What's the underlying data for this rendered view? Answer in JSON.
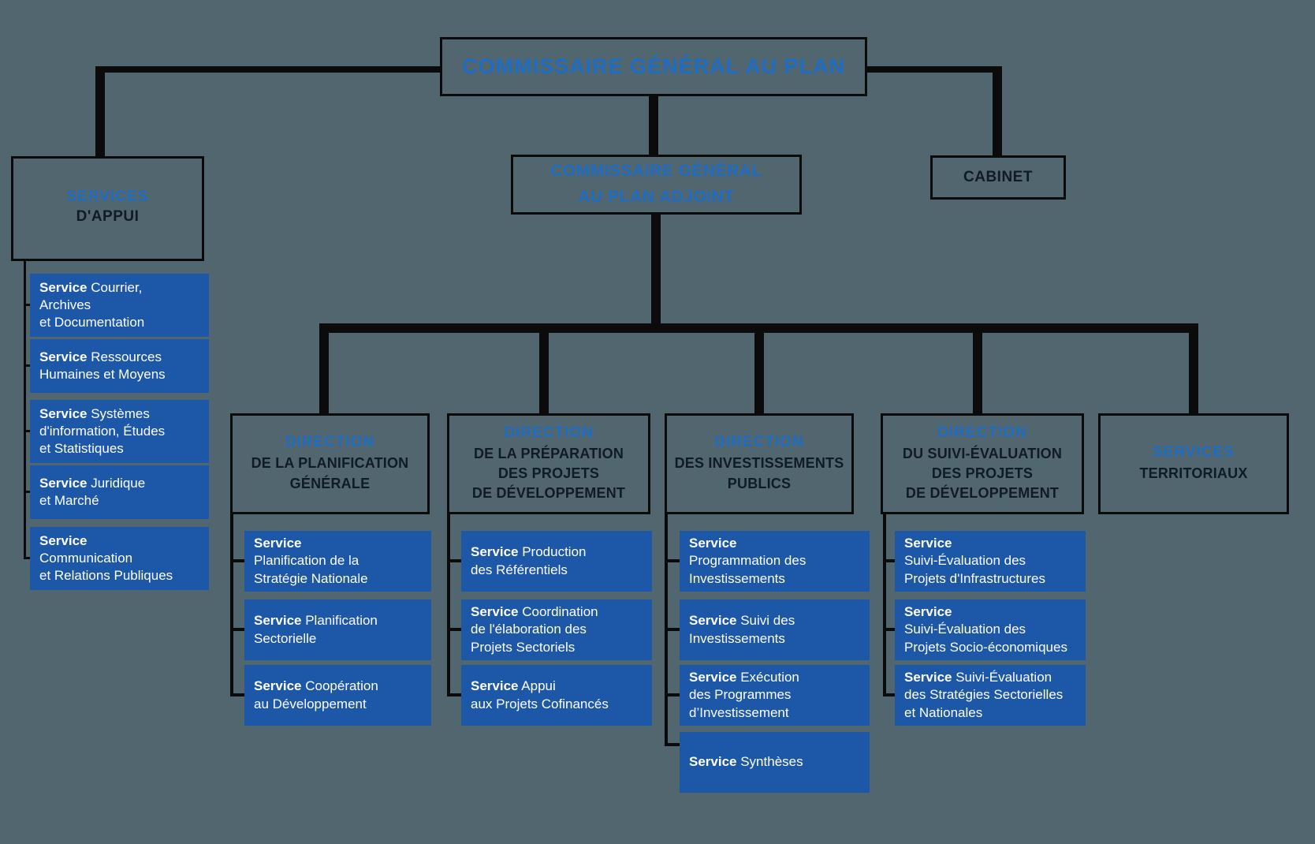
{
  "colors": {
    "background": "#51666F",
    "box_blue": "#1D57A8",
    "accent_blue": "#1E6DC2",
    "dark_text": "#0F1B28",
    "line_black": "#0B0B0B",
    "white_text": "#FFFFFF"
  },
  "root": {
    "title": "COMMISSAIRE GÉNÉRAL AU PLAN"
  },
  "adjoint": {
    "title": "COMMISSAIRE GÉNÉRAL\nAU PLAN ADJOINT"
  },
  "cabinet": {
    "title": "CABINET"
  },
  "appui": {
    "title_blue": "SERVICES",
    "title_dark": "D'APPUI",
    "services": [
      {
        "bold": "Service",
        "text": " Courrier,\nArchives\net Documentation"
      },
      {
        "bold": "Service",
        "text": " Ressources\nHumaines et Moyens"
      },
      {
        "bold": "Service",
        "text": " Systèmes\nd'information, Études\net Statistiques"
      },
      {
        "bold": "Service",
        "text": " Juridique\net Marché"
      },
      {
        "bold": "Service",
        "text": "\nCommunication\net Relations Publiques"
      }
    ]
  },
  "directions": [
    {
      "label": "DIRECTION",
      "name": "DE LA PLANIFICATION\nGÉNÉRALE",
      "services": [
        {
          "bold": "Service",
          "text": "\nPlanification de la\nStratégie Nationale"
        },
        {
          "bold": "Service",
          "text": " Planification\nSectorielle"
        },
        {
          "bold": "Service",
          "text": " Coopération\nau Développement"
        }
      ]
    },
    {
      "label": "DIRECTION",
      "name": "DE LA PRÉPARATION\nDES PROJETS\nDE DÉVELOPPEMENT",
      "services": [
        {
          "bold": "Service",
          "text": " Production\ndes Référentiels"
        },
        {
          "bold": "Service",
          "text": " Coordination\nde l'élaboration des\nProjets Sectoriels"
        },
        {
          "bold": "Service",
          "text": " Appui\naux Projets Cofinancés"
        }
      ]
    },
    {
      "label": "DIRECTION",
      "name": "DES INVESTISSEMENTS\nPUBLICS",
      "services": [
        {
          "bold": "Service",
          "text": "\nProgrammation des\nInvestissements"
        },
        {
          "bold": "Service",
          "text": " Suivi des\nInvestissements"
        },
        {
          "bold": "Service",
          "text": " Exécution\ndes Programmes\nd’Investissement"
        },
        {
          "bold": "Service",
          "text": " Synthèses"
        }
      ]
    },
    {
      "label": "DIRECTION",
      "name": "DU SUIVI-ÉVALUATION\nDES PROJETS\nDE DÉVELOPPEMENT",
      "services": [
        {
          "bold": "Service",
          "text": "\nSuivi-Évaluation des\nProjets d'Infrastructures"
        },
        {
          "bold": "Service",
          "text": "\nSuivi-Évaluation des\nProjets Socio-économiques"
        },
        {
          "bold": "Service",
          "text": " Suivi-Évaluation\ndes Stratégies Sectorielles\net Nationales"
        }
      ]
    },
    {
      "label": "SERVICES",
      "name": "TERRITORIAUX",
      "services": []
    }
  ]
}
